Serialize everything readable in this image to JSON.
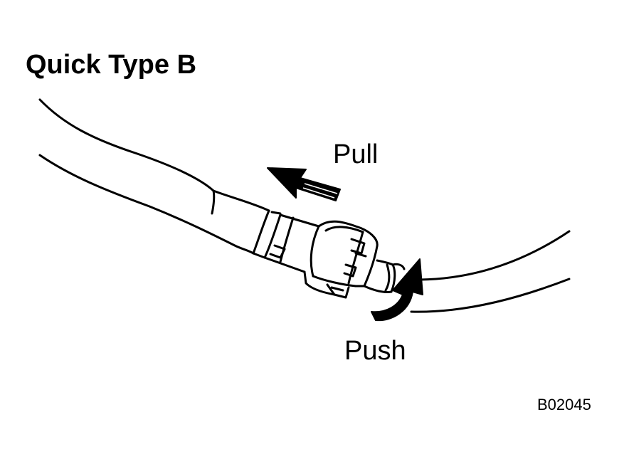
{
  "title": "Quick Type B",
  "labels": {
    "pull": "Pull",
    "push": "Push"
  },
  "figure_code": "B02045",
  "colors": {
    "line": "#000000",
    "background": "#ffffff"
  }
}
